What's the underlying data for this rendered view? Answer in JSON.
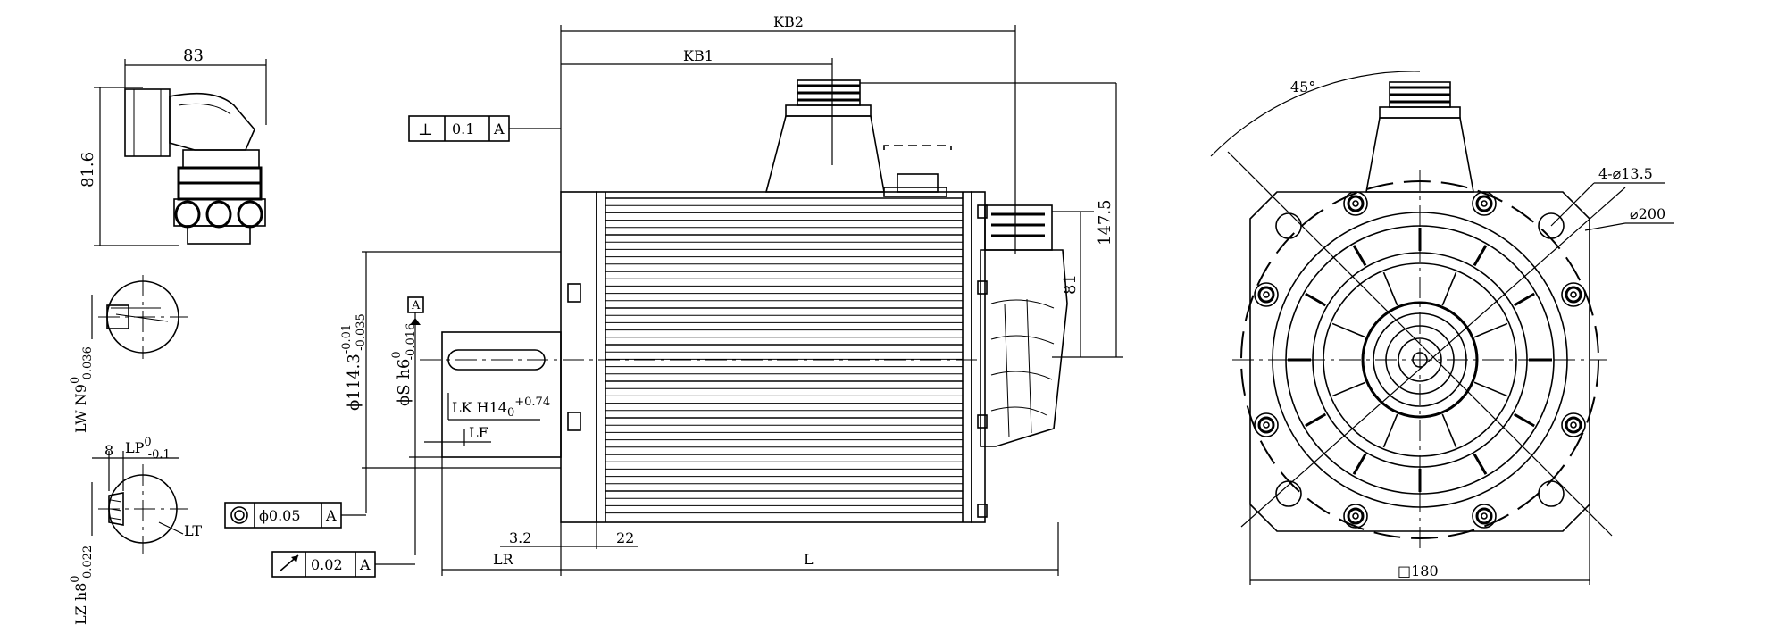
{
  "title": "",
  "connector_view": {
    "width_label": "83",
    "height_label": "81.6"
  },
  "keyway_views": {
    "lw_label": "LW N9",
    "lw_tol": "0",
    "lw_tol2": "-0.036",
    "lz_label": "LZ h8",
    "lz_tol": "0",
    "lz_tol2": "-0.022",
    "eight_label": "8",
    "lp_label": "LP",
    "lp_tol": "0",
    "lp_tol2": "-0.1",
    "lt_label": "LT"
  },
  "side_view": {
    "kb2": "KB2",
    "kb1": "KB1",
    "perp_symbol": "⊥",
    "perp_value": "0.1",
    "perp_datum": "A",
    "flange_label": "ϕ114.3",
    "flange_tol1": "-0.01",
    "flange_tol2": "-0.035",
    "datum_box": "A",
    "shaft_label": "ϕS h6",
    "shaft_tol1": "0",
    "shaft_tol2": "-0.016",
    "lk_label": "LK H14",
    "lk_tol": "+0.74",
    "lk_tol0": "0",
    "lf_label": "LF",
    "conc_value": "0.05",
    "conc_datum": "A",
    "conc_prefix": "ϕ",
    "runout_value": "0.02",
    "runout_datum": "A",
    "dim_32": "3.2",
    "dim_22": "22",
    "lr_label": "LR",
    "l_label": "L",
    "dim_1475": "147.5",
    "dim_81": "81"
  },
  "front_view": {
    "angle_label": "45°",
    "holes_label": "4-⌀13.5",
    "pcd_label": "⌀200",
    "square_label": "180",
    "square_symbol": "□"
  }
}
